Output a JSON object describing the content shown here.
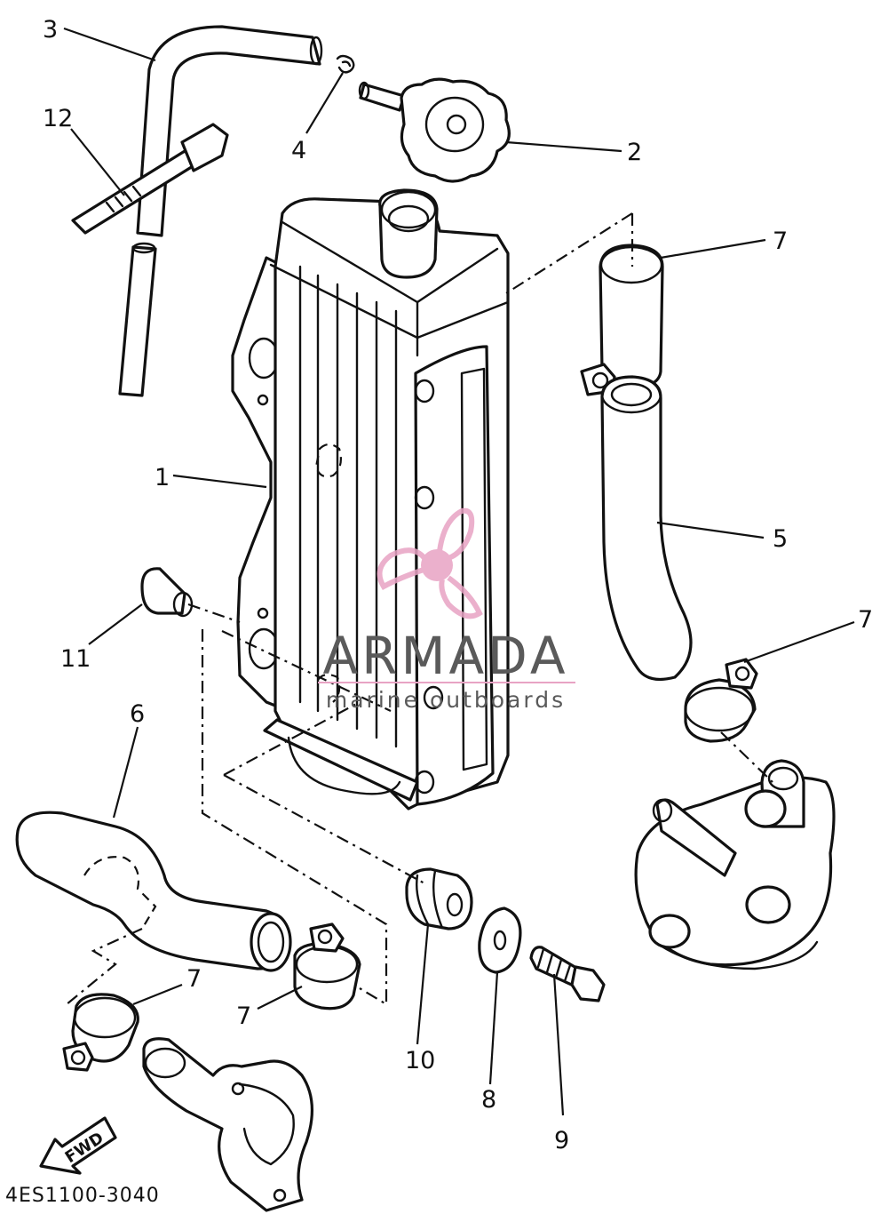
{
  "diagram": {
    "callouts": [
      {
        "id": "c1",
        "label": "1"
      },
      {
        "id": "c2",
        "label": "2"
      },
      {
        "id": "c3",
        "label": "3"
      },
      {
        "id": "c4",
        "label": "4"
      },
      {
        "id": "c5",
        "label": "5"
      },
      {
        "id": "c6",
        "label": "6"
      },
      {
        "id": "c7a",
        "label": "7"
      },
      {
        "id": "c7b",
        "label": "7"
      },
      {
        "id": "c7c",
        "label": "7"
      },
      {
        "id": "c7d",
        "label": "7"
      },
      {
        "id": "c8",
        "label": "8"
      },
      {
        "id": "c9",
        "label": "9"
      },
      {
        "id": "c10",
        "label": "10"
      },
      {
        "id": "c11",
        "label": "11"
      },
      {
        "id": "c12",
        "label": "12"
      }
    ],
    "diagram_code": "4ES1100-3040",
    "fwd_label": "FWD"
  },
  "watermark": {
    "brand": "ARMADA",
    "tagline": "marine outboards",
    "colors": {
      "logo": "#e8a3c4",
      "logo_dark": "#d97aa8",
      "text": "#5a5a5a"
    }
  }
}
